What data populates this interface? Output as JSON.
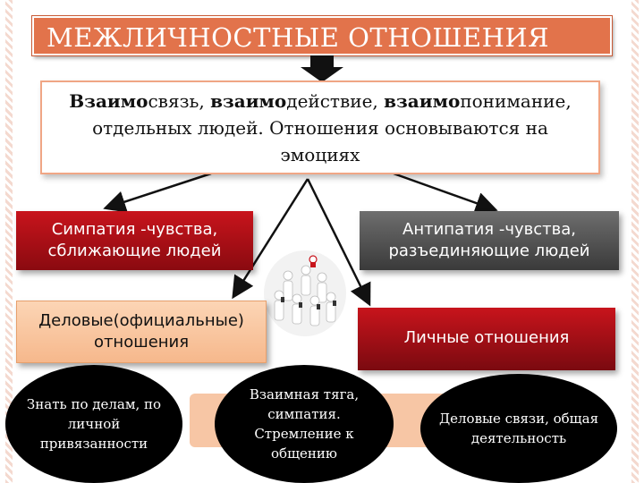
{
  "title": "МЕЖЛИЧНОСТНЫЕ ОТНОШЕНИЯ",
  "definition": {
    "bold1": "Взаимо",
    "text1": "связь, ",
    "bold2": "взаимо",
    "text2": "действие, ",
    "bold3": "взаимо",
    "text3": "понимание,",
    "line2": "отдельных людей. Отношения основываются на",
    "line3": "эмоциях"
  },
  "sympathy": {
    "line1": "Симпатия -чувства,",
    "line2": "сближающие людей"
  },
  "antipathy": {
    "line1": "Антипатия -чувства,",
    "line2": "разъединяющие людей"
  },
  "business": {
    "line1": "Деловые(официальные)",
    "line2": "отношения"
  },
  "personal": {
    "label": "Личные отношения"
  },
  "ovals": [
    {
      "text": "Знать по делам, по личной привязанности"
    },
    {
      "text": "Взаимная тяга, симпатия. Стремление к общению"
    },
    {
      "text": "Деловые связи, общая деятельность"
    }
  ],
  "colors": {
    "title_bg": "#e2734b",
    "red_box": "#c8141c",
    "gray_box": "#6e6e6e",
    "peach_box": "#fcd5b5",
    "oval_bg": "#000000"
  },
  "icons": {
    "down_arrow": "down-arrow-icon",
    "people": "people-group-icon"
  }
}
